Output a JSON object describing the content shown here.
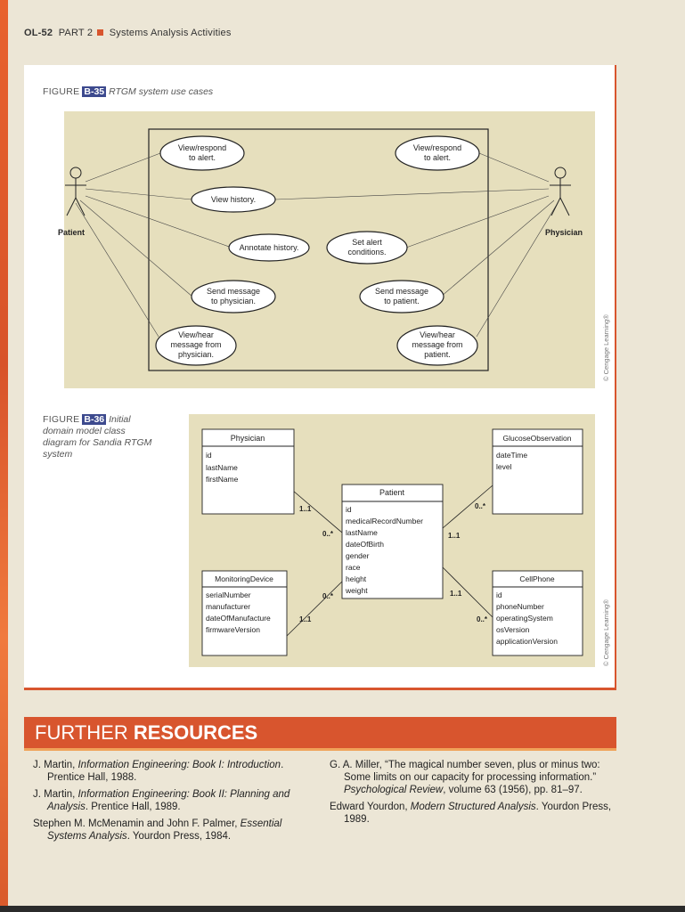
{
  "running_head": {
    "page": "OL-52",
    "part": "PART 2",
    "section": "Systems Analysis Activities"
  },
  "figure35": {
    "label": "FIGURE",
    "number": "B-35",
    "caption": "RTGM system use cases",
    "actors": {
      "patient": "Patient",
      "physician": "Physician"
    },
    "use_cases": {
      "view_respond_left": [
        "View/respond",
        "to alert."
      ],
      "view_respond_right": [
        "View/respond",
        "to alert."
      ],
      "view_history": [
        "View history."
      ],
      "annotate_history": [
        "Annotate history."
      ],
      "set_alert": [
        "Set alert",
        "conditions."
      ],
      "send_to_physician": [
        "Send message",
        "to physician."
      ],
      "send_to_patient": [
        "Send message",
        "to patient."
      ],
      "view_hear_physician": [
        "View/hear",
        "message from",
        "physician."
      ],
      "view_hear_patient": [
        "View/hear",
        "message from",
        "patient."
      ]
    },
    "credit": "© Cengage Learning®"
  },
  "figure36": {
    "label": "FIGURE",
    "number": "B-36",
    "caption": "Initial domain model class diagram for Sandia RTGM system",
    "caption_lines": [
      "Initial",
      "domain model class",
      "diagram for Sandia RTGM",
      "system"
    ],
    "classes": {
      "physician": {
        "name": "Physician",
        "attributes": [
          "id",
          "lastName",
          "firstName"
        ]
      },
      "glucose": {
        "name": "GlucoseObservation",
        "attributes": [
          "dateTime",
          "level"
        ]
      },
      "patient": {
        "name": "Patient",
        "attributes": [
          "id",
          "medicalRecordNumber",
          "lastName",
          "dateOfBirth",
          "gender",
          "race",
          "height",
          "weight"
        ]
      },
      "monitoring": {
        "name": "MonitoringDevice",
        "attributes": [
          "serialNumber",
          "manufacturer",
          "dateOfManufacture",
          "firmwareVersion"
        ]
      },
      "cellphone": {
        "name": "CellPhone",
        "attributes": [
          "id",
          "phoneNumber",
          "operatingSystem",
          "osVersion",
          "applicationVersion"
        ]
      }
    },
    "multiplicities": {
      "physician_side": "1..1",
      "patient_phys_side": "0..*",
      "glucose_side": "0..*",
      "patient_glucose_side": "1..1",
      "patient_monitor_side": "0..*",
      "monitor_side": "1..1",
      "patient_cell_side": "1..1",
      "cell_side": "0..*"
    },
    "credit": "© Cengage Learning®"
  },
  "further_resources": {
    "title_light": "FURTHER",
    "title_bold": "RESOURCES",
    "references_left": [
      {
        "author": "J. Martin, ",
        "title": "Information Engineering: Book I: Introduction",
        "rest": ". Prentice Hall, 1988."
      },
      {
        "author": "J. Martin, ",
        "title": "Information Engineering: Book II: Planning and Analysis",
        "rest": ". Prentice Hall, 1989."
      },
      {
        "author": "Stephen M. McMenamin and John F. Palmer, ",
        "title": "Essential Systems Analysis",
        "rest": ". Yourdon Press, 1984."
      }
    ],
    "references_right": [
      {
        "author": "G. A. Miller, “The magical number seven, plus or minus two: Some limits on our capacity for processing information.” ",
        "title": "Psychological Review",
        "rest": ", volume 63 (1956), pp. 81–97."
      },
      {
        "author": "Edward Yourdon, ",
        "title": "Modern Structured Analysis",
        "rest": ". Yourdon Press, 1989."
      }
    ]
  }
}
